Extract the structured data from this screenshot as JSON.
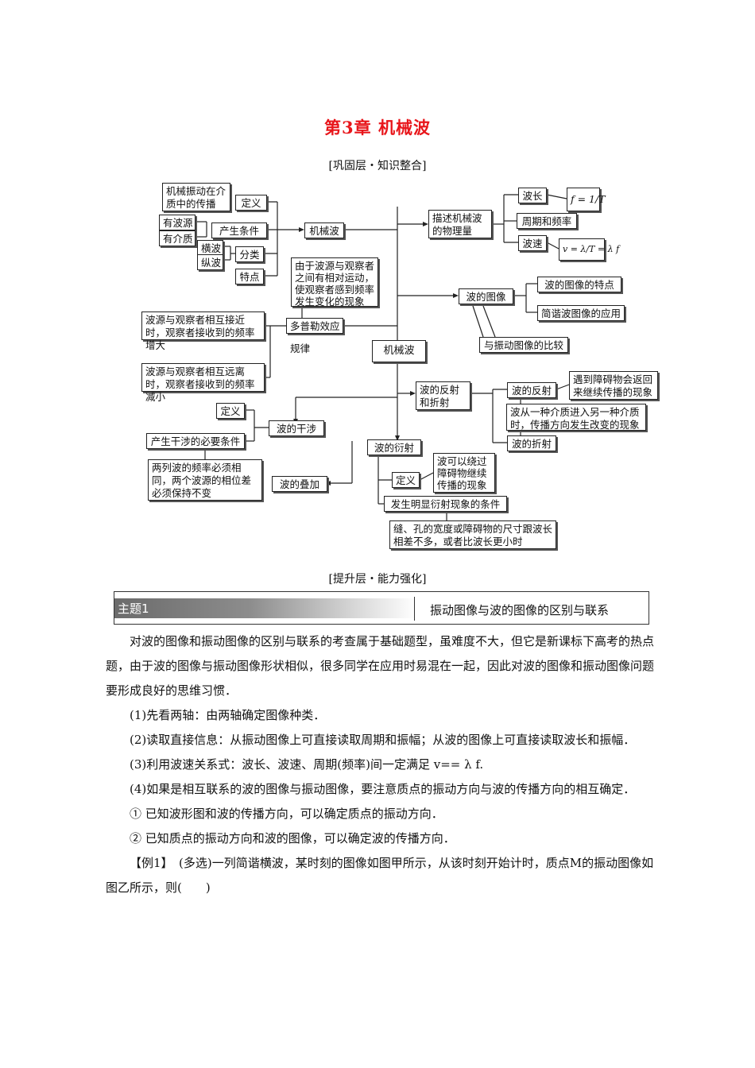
{
  "title": "第3章 机械波",
  "sections": {
    "consolidate": "[巩固层・知识整合]",
    "improve": "[提升层・能力强化]"
  },
  "map": {
    "def_box": "机械振动在介质中的传播",
    "def_label": "定义",
    "cond_label": "产生条件",
    "cond1": "有波源",
    "cond2": "有介质",
    "class_label": "分类",
    "cls1": "横波",
    "cls2": "纵波",
    "feature_label": "特点",
    "feature_box": "由于波源与观察者之间有相对运动，使观察者感到频率发生变化的现象",
    "mech_top": "机械波",
    "doppler": "多普勒效应",
    "rule": "规律",
    "near": "波源与观察者相互接近时，观察者接收到的频率增大",
    "far": "波源与观察者相互远离时，观察者接收到的频率减小",
    "center": "机械波",
    "describe": "描述机械波的物理量",
    "wavelength": "波长",
    "period": "周期和频率",
    "speed": "波速",
    "formula_f": "f = 1/T",
    "formula_v": "v = λ/T = λ f",
    "image": "波的图像",
    "image_feature": "波的图像的特点",
    "image_app": "简谐波图像的应用",
    "compare": "与振动图像的比较",
    "refl_refr": "波的反射和折射",
    "reflection": "波的反射",
    "refl_desc": "遇到障碍物会返回来继续传播的现象",
    "refr_desc": "波从一种介质进入另一种介质时，传播方向发生改变的现象",
    "refraction": "波的折射",
    "interf_def": "定义",
    "interference": "波的干涉",
    "interf_cond": "产生干涉的必要条件",
    "interf_cond_desc": "两列波的频率必须相同，两个波源的相位差必须保持不变",
    "superposition": "波的叠加",
    "diffraction": "波的衍射",
    "diff_def": "定义",
    "diff_desc": "波可以绕过障碍物继续传播的现象",
    "diff_cond": "发生明显衍射现象的条件",
    "diff_cond_desc": "缝、孔的宽度或障碍物的尺寸跟波长相差不多，或者比波长更小时"
  },
  "topic": {
    "tag": "主题1",
    "title": "振动图像与波的图像的区别与联系"
  },
  "body": {
    "intro": "对波的图像和振动图像的区别与联系的考查属于基础题型，虽难度不大，但它是新课标下高考的热点题，由于波的图像与振动图像形状相似，很多同学在应用时易混在一起，因此对波的图像和振动图像问题要形成良好的思维习惯．",
    "s1": "(1)先看两轴：由两轴确定图像种类．",
    "s2": "(2)读取直接信息：从振动图像上可直接读取周期和振幅；从波的图像上可直接读取波长和振幅．",
    "s3": "(3)利用波速关系式：波长、波速、周期(频率)间一定满足 v== λ f.",
    "s4": "(4)如果是相互联系的波的图像与振动图像，要注意质点的振动方向与波的传播方向的相互确定．",
    "s5": "① 已知波形图和波的传播方向，可以确定质点的振动方向．",
    "s6": "② 已知质点的振动方向和波的图像，可以确定波的传播方向．",
    "ex": "【例1】　(多选)一列简谐横波，某时刻的图像如图甲所示，从该时刻开始计时，质点M的振动图像如图乙所示，则(　　)"
  }
}
